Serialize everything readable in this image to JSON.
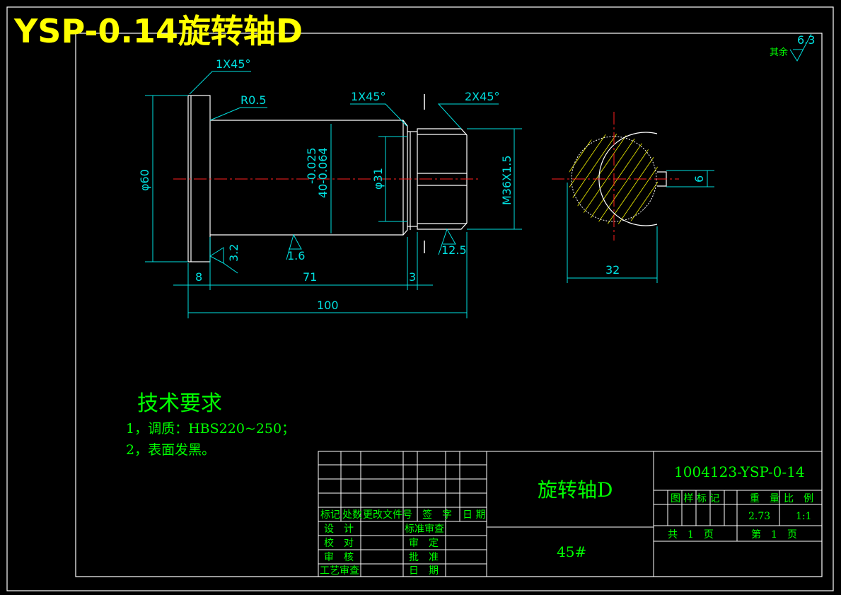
{
  "drawing": {
    "title": "YSP-0.14旋转轴D",
    "roughness_other": "其余",
    "roughness_other_value": "6.3",
    "dimensions": {
      "chamfer_left": "1X45°",
      "radius": "R0.5",
      "chamfer_mid": "1X45°",
      "chamfer_right": "2X45°",
      "diameter_60": "φ60",
      "diameter_40": "40",
      "tol_upper": "-0.025",
      "tol_lower": "-0.064",
      "diameter_31": "φ31",
      "thread": "M36X1.5",
      "len_8": "8",
      "len_71": "71",
      "len_3": "3",
      "len_100": "100",
      "section_32": "32",
      "keyway_6": "6"
    },
    "roughness": {
      "r32": "3.2",
      "r16": "1.6",
      "r125": "12.5"
    }
  },
  "requirements": {
    "heading": "技术要求",
    "line1": "1，调质：HBS220~250；",
    "line2": "2，表面发黑。"
  },
  "titleblock": {
    "part_name": "旋转轴D",
    "material": "45#",
    "drawing_no": "1004123-YSP-0-14",
    "hdr_biaoji": "标记",
    "hdr_chushu": "处数",
    "hdr_wenjian": "更改文件号",
    "hdr_qianzi": "签　字",
    "hdr_riqi": "日 期",
    "sheji": "设　计",
    "jiaodui": "校　对",
    "shenhe": "审　核",
    "gongyi": "工艺审查",
    "biaozhun": "标准审查",
    "shending": "审　定",
    "pizhun": "批　准",
    "riqi2": "日　期",
    "tuyang": "图 样 标 记",
    "zhongliang": "重　量",
    "bili": "比　例",
    "weight": "2.73",
    "scale": "1:1",
    "sheets_total": "共　1　页",
    "sheet_no": "第　1　页"
  }
}
